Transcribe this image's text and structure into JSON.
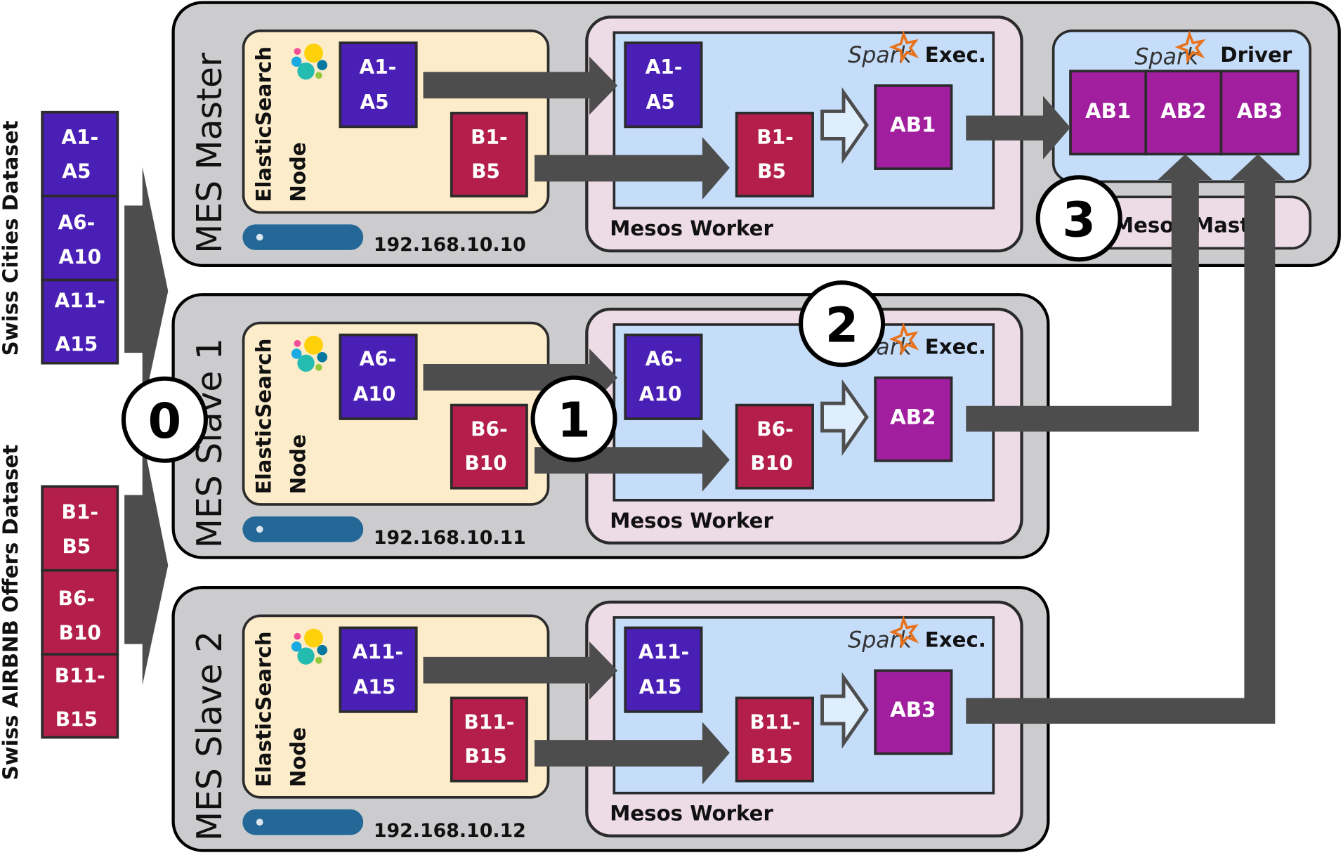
{
  "colors": {
    "dataset_a": "#4a1fb5",
    "dataset_b": "#b31f4a",
    "result": "#a11f9e",
    "host_bg": "#cccccf",
    "es_bg": "#fdecc9",
    "worker_bg": "#eddbe5",
    "spark_bg": "#c5ddf9",
    "arrow": "#4d4d4d",
    "pill": "#236896",
    "spark_star": "#e8721c"
  },
  "datasets": [
    {
      "title": "Swiss Cities Dataset",
      "chunks": [
        {
          "l1": "A1-",
          "l2": "A5"
        },
        {
          "l1": "A6-",
          "l2": "A10"
        },
        {
          "l1": "A11-",
          "l2": "A15"
        }
      ]
    },
    {
      "title": "Swiss AIRBNB Offers Dataset",
      "chunks": [
        {
          "l1": "B1-",
          "l2": "B5"
        },
        {
          "l1": "B6-",
          "l2": "B10"
        },
        {
          "l1": "B11-",
          "l2": "B15"
        }
      ]
    }
  ],
  "hosts": [
    {
      "title": "MES Master",
      "ip": "192.168.10.10",
      "es_label_1": "ElasticSearch",
      "es_label_2": "Node",
      "es_a": {
        "l1": "A1-",
        "l2": "A5"
      },
      "es_b": {
        "l1": "B1-",
        "l2": "B5"
      },
      "worker_label": "Mesos Worker",
      "spark_logo": "Spark",
      "exec_label": "Exec.",
      "exec_a": {
        "l1": "A1-",
        "l2": "A5"
      },
      "exec_b": {
        "l1": "B1-",
        "l2": "B5"
      },
      "result": "AB1"
    },
    {
      "title": "MES Slave 1",
      "ip": "192.168.10.11",
      "es_label_1": "ElasticSearch",
      "es_label_2": "Node",
      "es_a": {
        "l1": "A6-",
        "l2": "A10"
      },
      "es_b": {
        "l1": "B6-",
        "l2": "B10"
      },
      "worker_label": "Mesos Worker",
      "spark_logo": "Spark",
      "exec_label": "Exec.",
      "exec_a": {
        "l1": "A6-",
        "l2": "A10"
      },
      "exec_b": {
        "l1": "B6-",
        "l2": "B10"
      },
      "result": "AB2"
    },
    {
      "title": "MES Slave 2",
      "ip": "192.168.10.12",
      "es_label_1": "ElasticSearch",
      "es_label_2": "Node",
      "es_a": {
        "l1": "A11-",
        "l2": "A15"
      },
      "es_b": {
        "l1": "B11-",
        "l2": "B15"
      },
      "worker_label": "Mesos Worker",
      "spark_logo": "Spark",
      "exec_label": "Exec.",
      "exec_a": {
        "l1": "A11-",
        "l2": "A15"
      },
      "exec_b": {
        "l1": "B11-",
        "l2": "B15"
      },
      "result": "AB3"
    }
  ],
  "driver": {
    "spark_logo": "Spark",
    "label": "Driver",
    "results": [
      "AB1",
      "AB2",
      "AB3"
    ],
    "mesos_master_label": "Mesos Master"
  },
  "steps": [
    "0",
    "1",
    "2",
    "3"
  ]
}
